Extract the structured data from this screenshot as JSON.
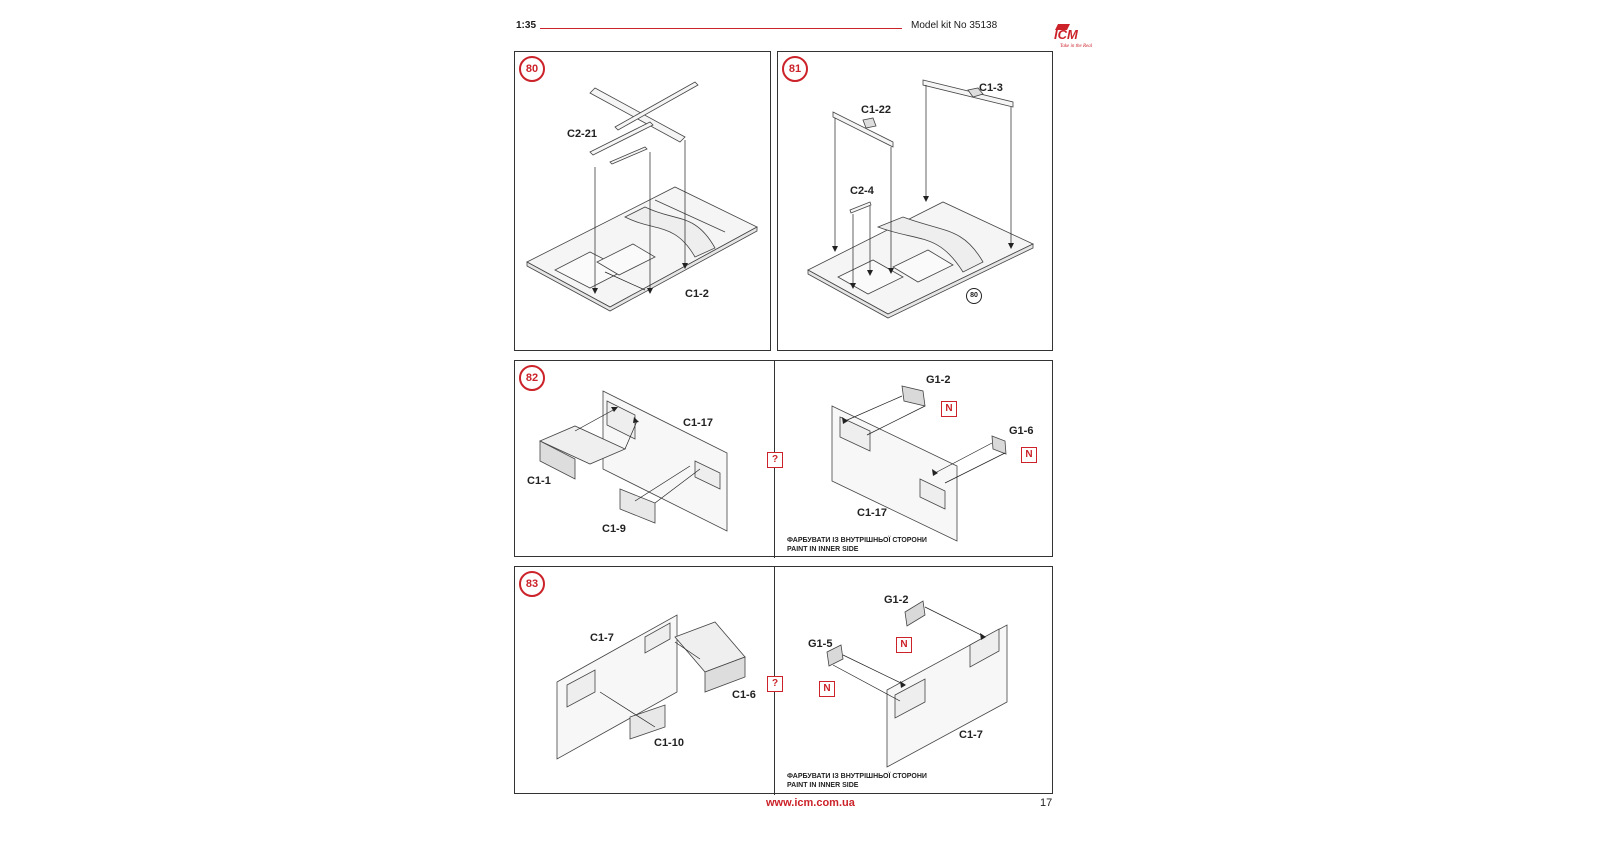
{
  "header": {
    "scale": "1:35",
    "model_kit": "Model kit No 35138",
    "logo_text": "ICM",
    "logo_tagline": "Take in the Real"
  },
  "steps": {
    "s80": {
      "number": "80",
      "labels": [
        "C2-21",
        "C1-2"
      ]
    },
    "s81": {
      "number": "81",
      "labels": [
        "C1-3",
        "C1-22",
        "C2-4"
      ],
      "ref": "80"
    },
    "s82": {
      "number": "82",
      "labels_left": [
        "C1-17",
        "C1-1",
        "C1-9"
      ],
      "labels_right": [
        "G1-2",
        "G1-6",
        "C1-17"
      ],
      "query": "?",
      "marker": "N",
      "note_ua": "ФАРБУВАТИ ІЗ ВНУТРІШНЬОЇ СТОРОНИ",
      "note_en": "PAINT IN INNER SIDE"
    },
    "s83": {
      "number": "83",
      "labels_left": [
        "C1-7",
        "C1-6",
        "C1-10"
      ],
      "labels_right": [
        "G1-2",
        "G1-5",
        "C1-7"
      ],
      "query": "?",
      "marker": "N",
      "note_ua": "ФАРБУВАТИ ІЗ ВНУТРІШНЬОЇ СТОРОНИ",
      "note_en": "PAINT IN INNER SIDE"
    }
  },
  "footer": {
    "url": "www.icm.com.ua",
    "page": "17"
  },
  "colors": {
    "accent": "#cc2229",
    "line": "#333333",
    "part_fill": "#f2f2f2"
  },
  "icons": {
    "logo": "icm-logo-icon"
  }
}
